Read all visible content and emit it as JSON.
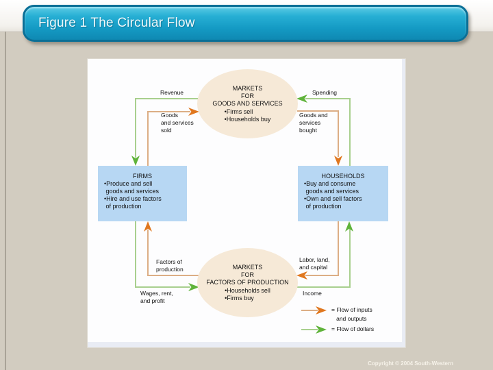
{
  "banner": {
    "title": "Figure 1 The Circular Flow"
  },
  "footer": {
    "copyright": "Copyright © 2004  South-Western"
  },
  "colors": {
    "flow_dollars": "#5fb33a",
    "flow_inputs": "#e0771f",
    "line_dollars": "#a8cf8e",
    "line_inputs": "#dcae85",
    "box_fill": "#b7d7f3",
    "ellipse_fill": "#f6e9d7",
    "banner": "#18a3c9",
    "background": "#d2ccc0"
  },
  "diagram": {
    "markets_goods": {
      "title": "MARKETS\nFOR\nGOODS AND SERVICES",
      "bullets": "•Firms sell\n•Households buy"
    },
    "firms": {
      "title": "FIRMS",
      "body": "•Produce and sell\n goods and services\n•Hire and use factors\n of production"
    },
    "households": {
      "title": "HOUSEHOLDS",
      "body": "•Buy and consume\n goods and services\n•Own and sell factors\n of production"
    },
    "markets_factors": {
      "title": "MARKETS\nFOR\nFACTORS OF PRODUCTION",
      "bullets": "•Households sell\n•Firms buy"
    },
    "labels": {
      "revenue": "Revenue",
      "spending": "Spending",
      "goods_sold": "Goods\nand services\nsold",
      "goods_bought": "Goods and\nservices\nbought",
      "factors": "Factors of\nproduction",
      "labor": "Labor, land,\nand capital",
      "wages": "Wages, rent,\nand profit",
      "income": "Income"
    },
    "legend": {
      "inputs": "= Flow of inputs\n   and outputs",
      "dollars": "= Flow of dollars"
    }
  }
}
